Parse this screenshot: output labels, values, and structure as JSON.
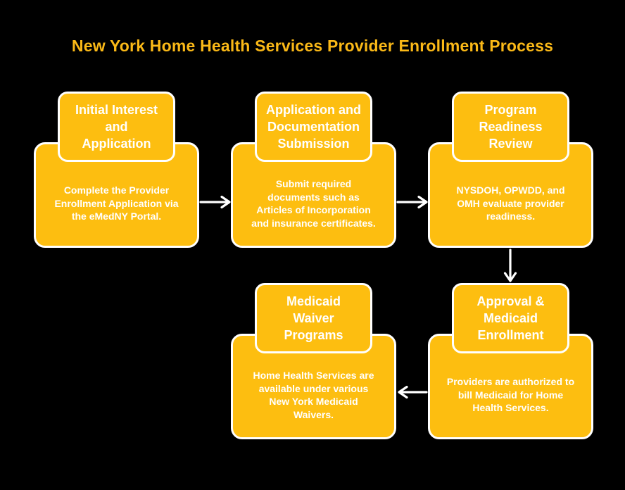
{
  "title": "New York Home Health Services Provider Enrollment Process",
  "colors": {
    "background": "#000000",
    "node_fill": "#FDBE10",
    "node_border": "#FFFFFF",
    "title_color": "#FBB917",
    "text_color": "#FFFFFF",
    "arrow_color": "#FFFFFF"
  },
  "nodes": [
    {
      "id": "initial-interest",
      "title_lines": [
        "Initial Interest",
        "and",
        "Application"
      ],
      "body_lines": [
        "Complete the Provider",
        "Enrollment Application via",
        "the eMedNY Portal."
      ]
    },
    {
      "id": "application-documentation",
      "title_lines": [
        "Application and",
        "Documentation",
        "Submission"
      ],
      "body_lines": [
        "Submit required",
        "documents such as",
        "Articles of Incorporation",
        "and insurance certificates."
      ]
    },
    {
      "id": "program-readiness",
      "title_lines": [
        "Program",
        "Readiness",
        "Review"
      ],
      "body_lines": [
        "NYSDOH, OPWDD, and",
        "OMH evaluate provider",
        "readiness."
      ]
    },
    {
      "id": "medicaid-waiver",
      "title_lines": [
        "Medicaid",
        "Waiver",
        "Programs"
      ],
      "body_lines": [
        "Home Health Services are",
        "available under various",
        "New York Medicaid",
        "Waivers."
      ]
    },
    {
      "id": "approval-enrollment",
      "title_lines": [
        "Approval &",
        "Medicaid",
        "Enrollment"
      ],
      "body_lines": [
        "Providers are authorized to",
        "bill Medicaid for Home",
        "Health Services."
      ]
    }
  ],
  "connections": [
    {
      "from": "initial-interest",
      "to": "application-documentation",
      "direction": "right"
    },
    {
      "from": "application-documentation",
      "to": "program-readiness",
      "direction": "right"
    },
    {
      "from": "program-readiness",
      "to": "approval-enrollment",
      "direction": "down"
    },
    {
      "from": "approval-enrollment",
      "to": "medicaid-waiver",
      "direction": "left"
    }
  ]
}
